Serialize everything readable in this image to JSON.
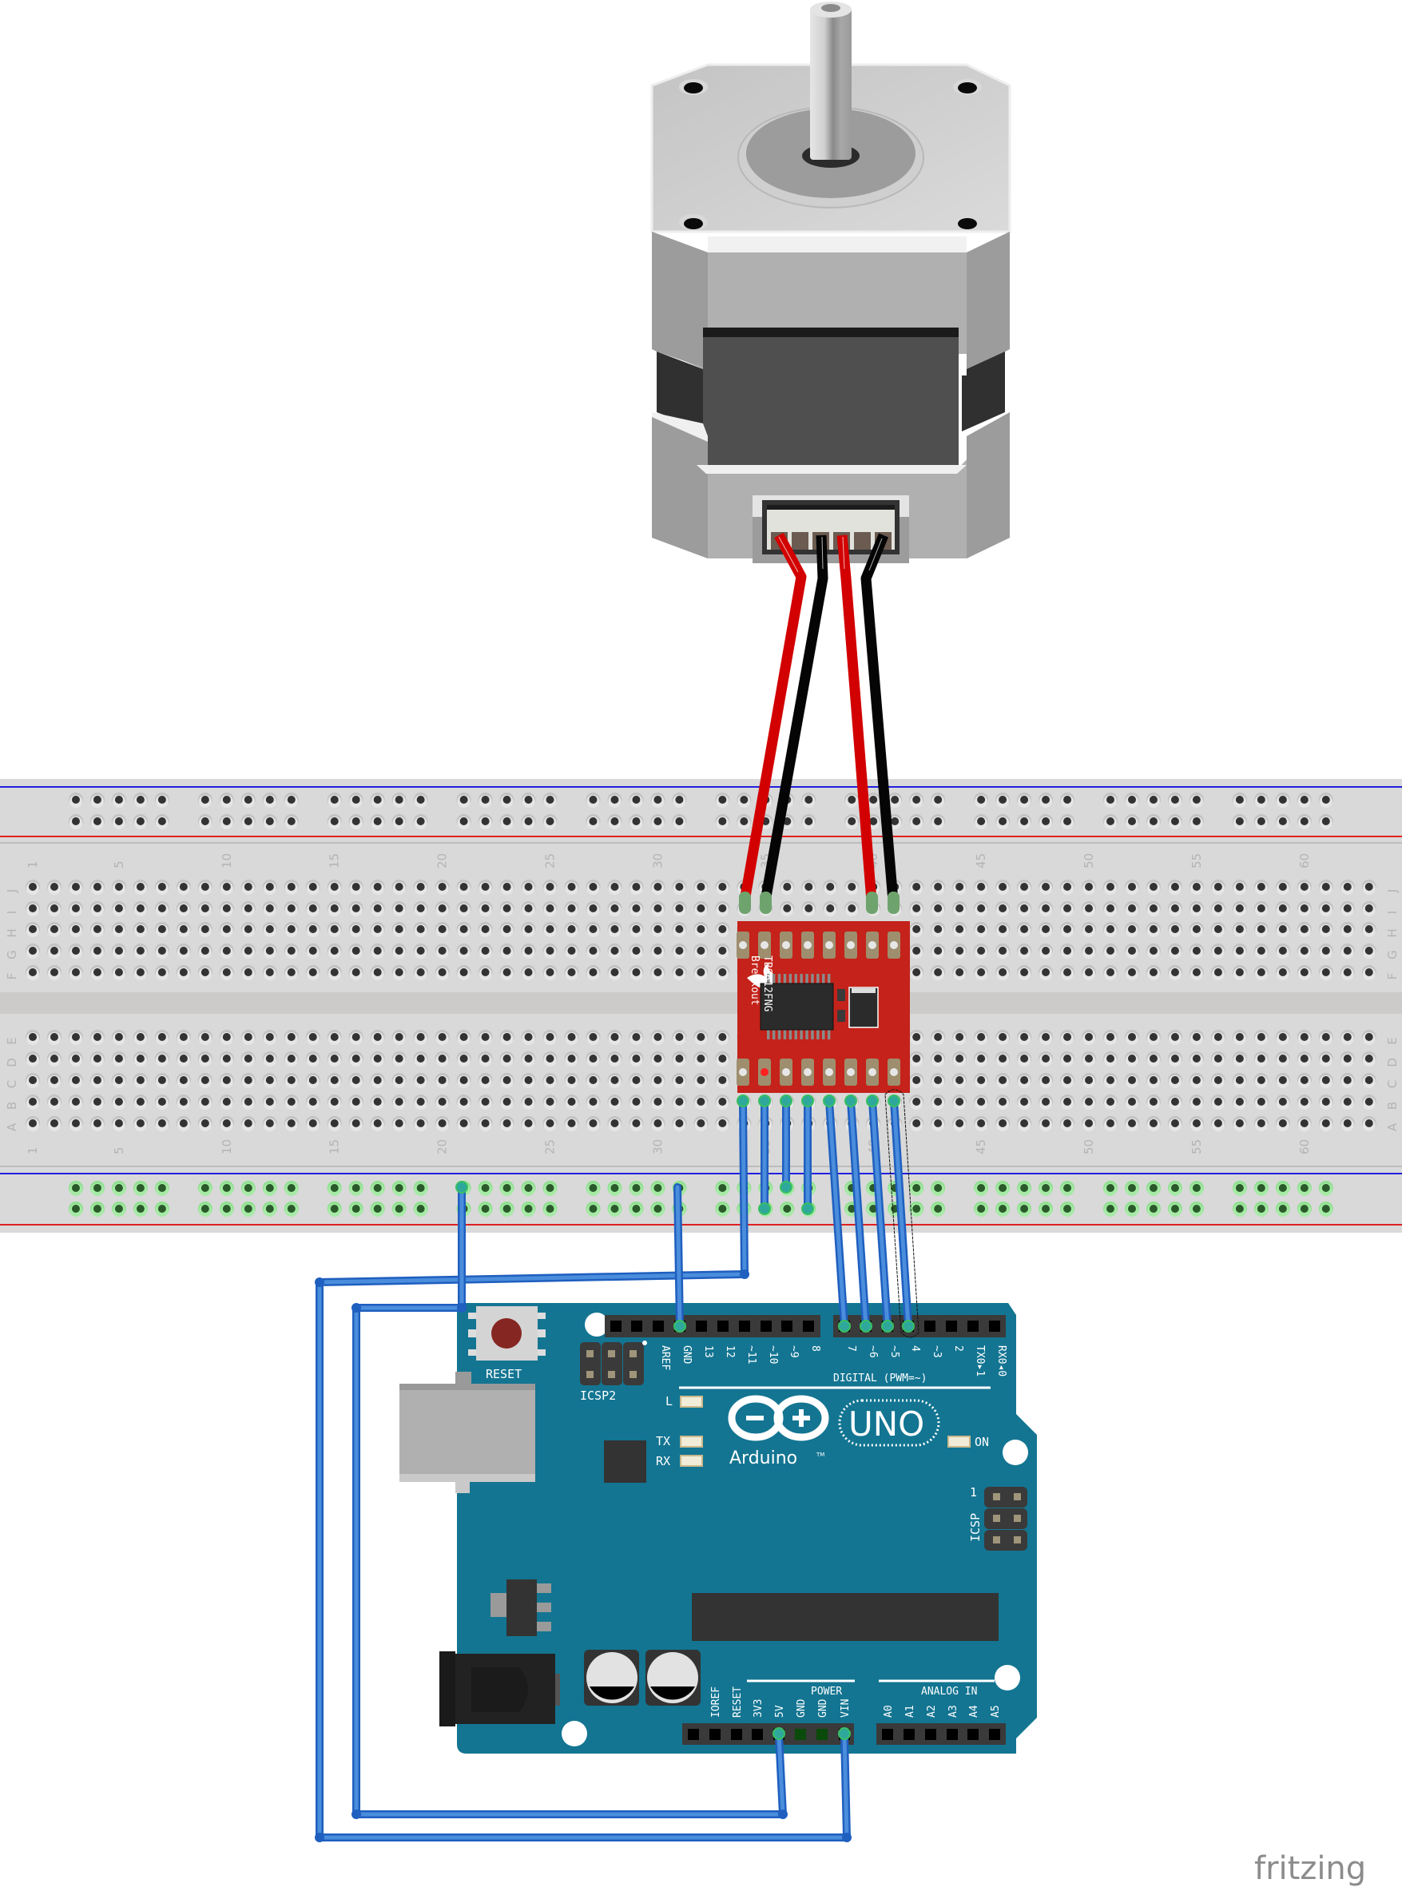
{
  "watermark": "fritzing",
  "colors": {
    "breadboard": "#d9d9d9",
    "rail_blue": "#2020e0",
    "rail_red": "#e02020",
    "arduino_board": "#137592",
    "driver_board": "#c4221a",
    "wire_blue": "#2d6fd1",
    "wire_red": "#d20000",
    "wire_black": "#050505",
    "motor_light": "#c8c8c8"
  },
  "breadboard": {
    "columns": 63,
    "row_letters_top": [
      "J",
      "I",
      "H",
      "G",
      "F"
    ],
    "row_letters_bottom": [
      "E",
      "D",
      "C",
      "B",
      "A"
    ],
    "column_numbers": [
      "1",
      "5",
      "10",
      "15",
      "20",
      "25",
      "30",
      "35",
      "40",
      "45",
      "50",
      "55",
      "60"
    ]
  },
  "driver": {
    "name": "TB6612FNG",
    "sub": "Breakout"
  },
  "arduino": {
    "brand": "Arduino",
    "tm": "TM",
    "model": "UNO",
    "reset_label": "RESET",
    "icsp2_label": "ICSP2",
    "icsp_label": "ICSP",
    "icsp_pin1": "1",
    "digital_label": "DIGITAL (PWM=~)",
    "power_label": "POWER",
    "analog_label": "ANALOG IN",
    "led_l": "L",
    "led_tx": "TX",
    "led_rx": "RX",
    "led_on": "ON",
    "digital_pins_left": [
      "AREF",
      "GND",
      "13",
      "12",
      "~11",
      "~10",
      "~9",
      "8"
    ],
    "digital_pins_right": [
      "7",
      "~6",
      "~5",
      "4",
      "~3",
      "2",
      "TX0▸1",
      "RX0◂0"
    ],
    "power_pins": [
      "IOREF",
      "RESET",
      "3V3",
      "5V",
      "GND",
      "GND",
      "VIN"
    ],
    "analog_pins": [
      "A0",
      "A1",
      "A2",
      "A3",
      "A4",
      "A5"
    ]
  },
  "connections": [
    {
      "from": "driver pin 1",
      "to": "Arduino VIN"
    },
    {
      "from": "driver pin 2",
      "to": "GND rail"
    },
    {
      "from": "driver pin 3",
      "to": "5V rail"
    },
    {
      "from": "driver pin 4",
      "to": "GND rail"
    },
    {
      "from": "driver pin 5",
      "to": "Arduino 7"
    },
    {
      "from": "driver pin 6",
      "to": "Arduino 6"
    },
    {
      "from": "driver pin 7",
      "to": "Arduino 5"
    },
    {
      "from": "driver pin 8",
      "to": "Arduino 4"
    },
    {
      "from": "rail",
      "to": "Arduino 5V"
    },
    {
      "from": "rail",
      "to": "Arduino GND"
    }
  ]
}
